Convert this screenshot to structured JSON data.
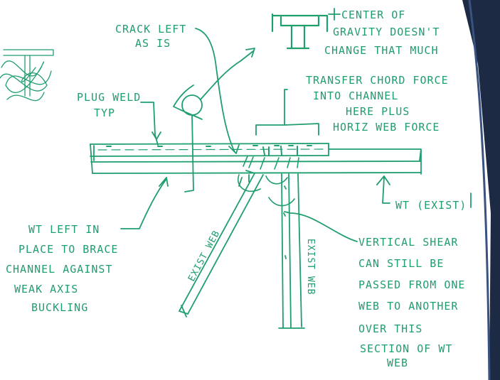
{
  "colors": {
    "ink": "#1f9e6e",
    "paper": "#ffffff",
    "edge": "#1d2a44"
  },
  "notes": {
    "crack_1": "CRACK LEFT",
    "crack_2": "AS IS",
    "cg_1": "CENTER OF",
    "cg_2": "GRAVITY DOESN'T",
    "cg_3": "CHANGE THAT MUCH",
    "transfer_1": "TRANSFER CHORD FORCE",
    "transfer_2": "INTO CHANNEL",
    "transfer_3": "HERE PLUS",
    "transfer_4": "HORIZ WEB FORCE",
    "plug_1": "PLUG WELD",
    "plug_2": "TYP",
    "wt_exist": "WT (EXIST)",
    "wt_left_1": "WT LEFT IN",
    "wt_left_2": "PLACE TO BRACE",
    "wt_left_3": "CHANNEL AGAINST",
    "wt_left_4": "WEAK AXIS",
    "wt_left_5": "BUCKLING",
    "exist_web_diag": "EXIST WEB",
    "exist_web_vert": "EXIST WEB",
    "shear_1": "VERTICAL SHEAR",
    "shear_2": "CAN STILL BE",
    "shear_3": "PASSED FROM ONE",
    "shear_4": "WEB TO ANOTHER",
    "shear_5": "OVER THIS",
    "shear_6": "SECTION OF WT",
    "shear_7": "WEB"
  }
}
